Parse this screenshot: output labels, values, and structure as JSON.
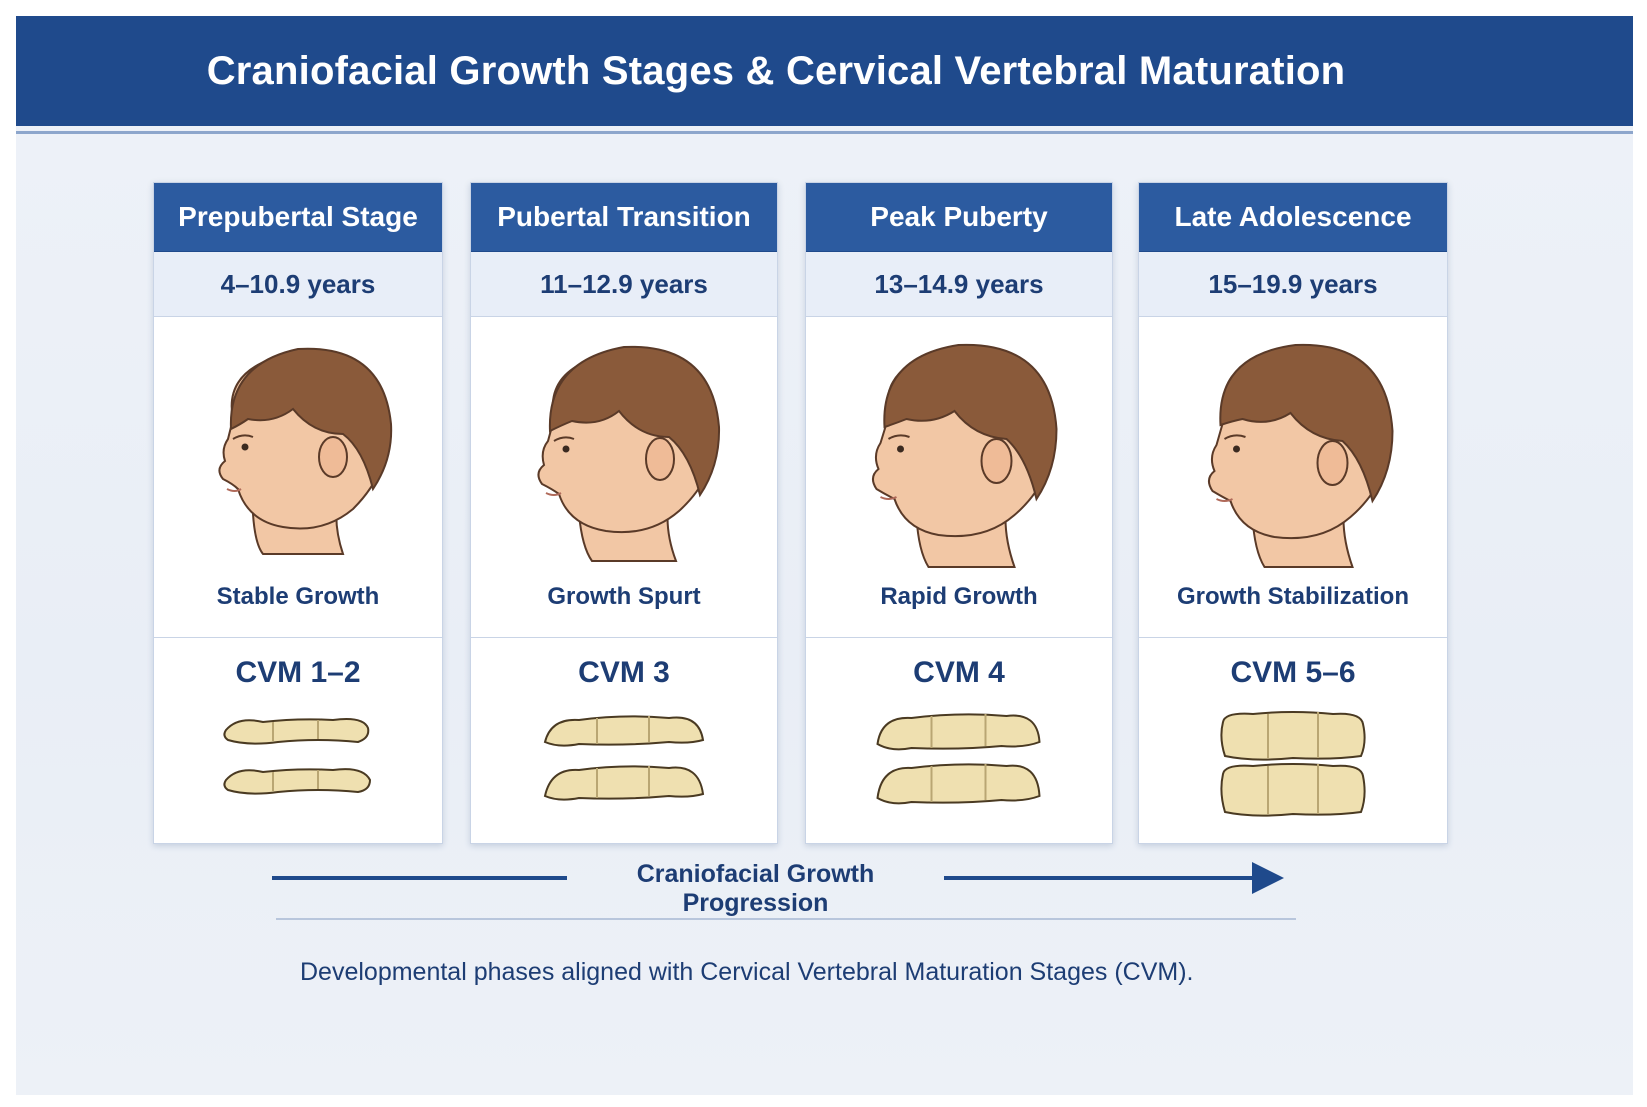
{
  "title": "Craniofacial Growth Stages & Cervical Vertebral Maturation",
  "colors": {
    "primary": "#1f4a8c",
    "header": "#2c5ba0",
    "text": "#1d3d74",
    "bone": "#efe0b0",
    "skin": "#f2c7a5",
    "hair": "#8a5a3a"
  },
  "stages": [
    {
      "name": "Prepubertal Stage",
      "age": "4–10.9 years",
      "growth": "Stable Growth",
      "cvm": "CVM 1–2"
    },
    {
      "name": "Pubertal Transition",
      "age": "11–12.9 years",
      "growth": "Growth Spurt",
      "cvm": "CVM 3"
    },
    {
      "name": "Peak Puberty",
      "age": "13–14.9 years",
      "growth": "Rapid Growth",
      "cvm": "CVM 4"
    },
    {
      "name": "Late Adolescence",
      "age": "15–19.9 years",
      "growth": "Growth Stabilization",
      "cvm": "CVM 5–6"
    }
  ],
  "progression_label": "Craniofacial Growth Progression",
  "caption": "Developmental phases aligned with Cervical Vertebral Maturation Stages (CVM)."
}
